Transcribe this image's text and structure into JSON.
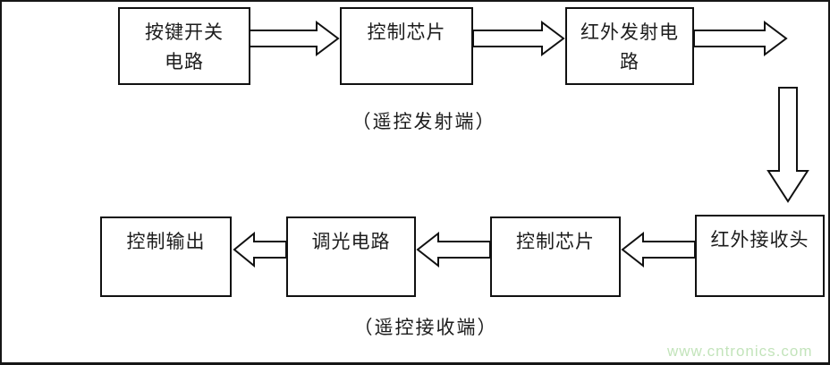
{
  "diagram": {
    "title_implicit": "",
    "blocks": {
      "key_switch": {
        "line1": "按键开关",
        "line2": "电路"
      },
      "control_chip_tx": {
        "line1": "控制芯片"
      },
      "ir_transmit": {
        "line1": "红外发射电",
        "line2": "路"
      },
      "control_output": {
        "line1": "控制输出"
      },
      "dimming": {
        "line1": "调光电路"
      },
      "control_chip_rx": {
        "line1": "控制芯片"
      },
      "ir_receiver": {
        "line1": "红外接收头"
      }
    },
    "captions": {
      "transmitter": "（遥控发射端）",
      "receiver": "（遥控接收端）"
    },
    "flow": {
      "transmitter_order": [
        "按键开关电路",
        "控制芯片",
        "红外发射电路"
      ],
      "receiver_order": [
        "红外接收头",
        "控制芯片",
        "调光电路",
        "控制输出"
      ]
    },
    "watermark": "www.cntronics.com",
    "colors": {
      "line": "#111111",
      "background": "#ffffff",
      "border": "#161616",
      "watermark": "#c3e4bb"
    }
  }
}
